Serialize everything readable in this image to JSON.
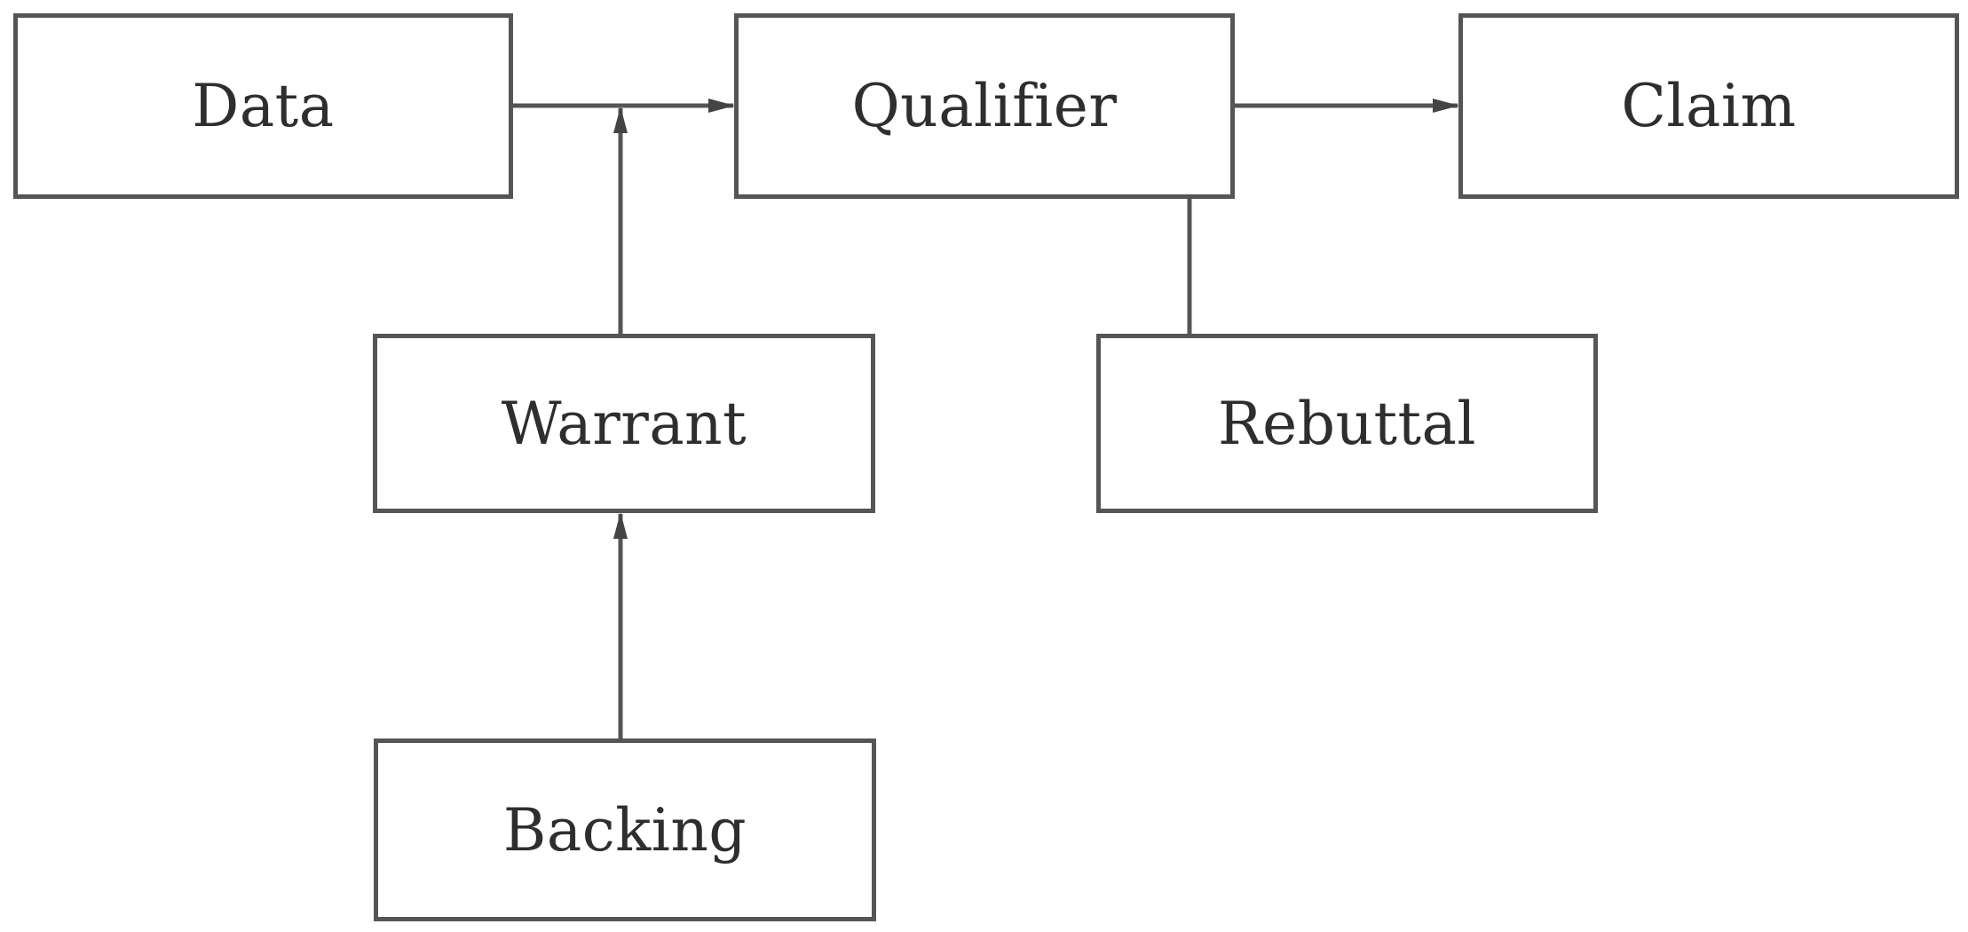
{
  "diagram": {
    "nodes": {
      "data": "Data",
      "qualifier": "Qualifier",
      "claim": "Claim",
      "warrant": "Warrant",
      "rebuttal": "Rebuttal",
      "backing": "Backing"
    },
    "edges": [
      {
        "from": "data",
        "to": "qualifier",
        "arrow": true
      },
      {
        "from": "warrant",
        "to": "data-qualifier-link",
        "arrow": true
      },
      {
        "from": "backing",
        "to": "warrant",
        "arrow": true
      },
      {
        "from": "qualifier",
        "to": "claim",
        "arrow": true
      },
      {
        "from": "rebuttal",
        "to": "qualifier",
        "arrow": false
      }
    ],
    "colors": {
      "stroke": "#555555",
      "text": "#2e2e2e",
      "background": "#ffffff"
    }
  }
}
